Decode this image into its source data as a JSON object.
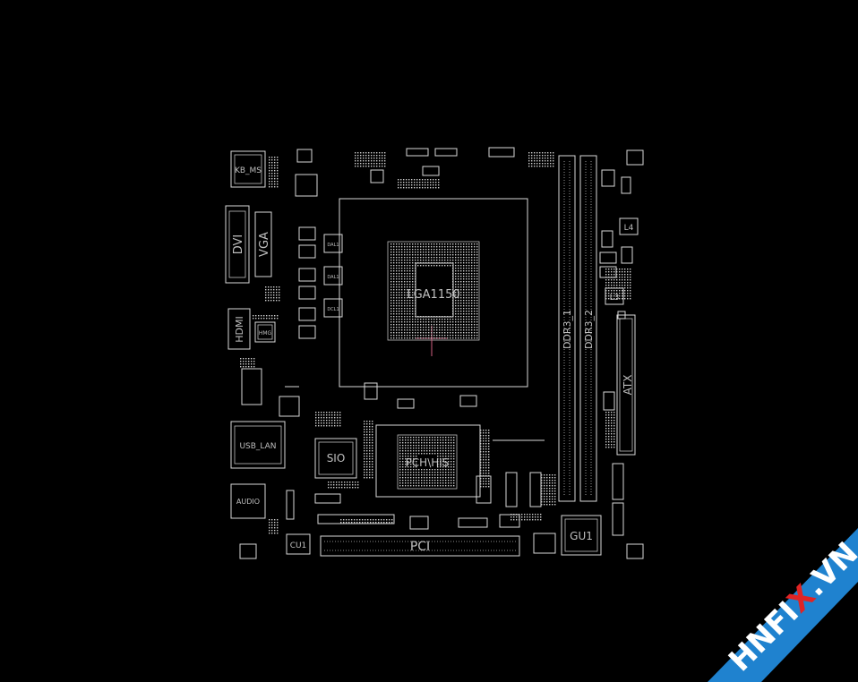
{
  "labels": {
    "kb_ms": "KB_MS",
    "dvi": "DVI",
    "vga": "VGA",
    "hdmi": "HDMI",
    "hmg": "HMG",
    "usb_lan": "USB_LAN",
    "sio": "SIO",
    "audio": "AUDIO",
    "lga": "LGA1150",
    "pch": "PCH\\HIS",
    "ddr3_1": "DDR3_1",
    "ddr3_2": "DDR3_2",
    "atx": "ATX",
    "pci": "PCI",
    "gu1": "GU1",
    "cu1": "CU1",
    "l4": "L4",
    "l3": "L3",
    "dal1": "DAL1",
    "dal2": "DAL1",
    "dcl1": "DCL1"
  },
  "watermark": {
    "prefix": "HNFI",
    "x": "X",
    "suffix": ".VN"
  },
  "colors": {
    "background": "#000000",
    "trace": "#d8d8d8",
    "watermark_band": "#1f82cf",
    "watermark_x": "#e02424"
  }
}
